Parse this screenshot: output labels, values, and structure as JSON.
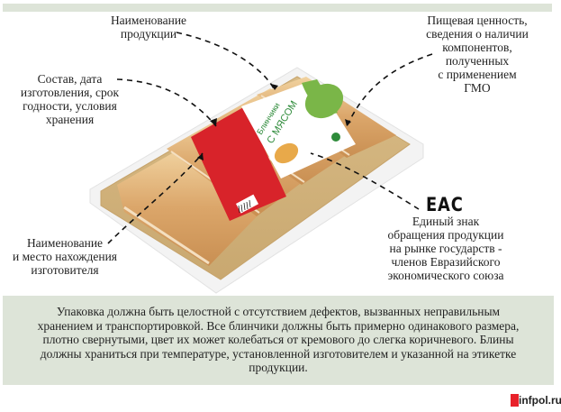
{
  "annotations": {
    "product_name": "Наименование\nпродукции",
    "composition": "Состав, дата\nизготовления, срок\nгодности, условия\nхранения",
    "nutrition": "Пищевая ценность,\nсведения о наличии\nкомпонентов,\nполученных\nс применением\nГМО",
    "manufacturer": "Наименование\nи место нахождения\nизготовителя",
    "eac_mark": "ЕАС",
    "eac": "Единый знак\nобращения продукции\nна рынке государств -\nчленов Евразийского\nэкономического союза"
  },
  "product": {
    "label_title_line1": "Блинчики",
    "label_title_line2": "С МЯСОМ"
  },
  "info": {
    "text": "Упаковка должна быть целостной с отсутствием дефектов, вызванных неправильным хранением и транспортировкой. Все блинчики должны быть примерно одинакового размера, плотно свернутыми, цвет их может колебаться от кремового до слегка коричневого. Блины должны храниться при температуре, установленной изготовителем и указанной на этикетке продукции."
  },
  "brand": {
    "name": "infpol.ru",
    "accent_color": "#e8212a"
  },
  "colors": {
    "panel_bg": "#dde4d8",
    "label_red": "#d8232a",
    "label_green": "#7ab648"
  }
}
